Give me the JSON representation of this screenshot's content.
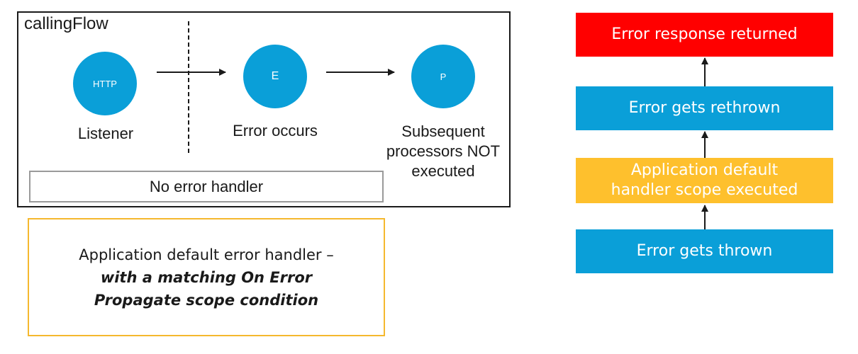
{
  "flow": {
    "title": "callingFlow",
    "nodes": [
      {
        "id": "http",
        "glyph": "HTTP",
        "label": "Listener"
      },
      {
        "id": "e",
        "glyph": "E",
        "label": "Error occurs"
      },
      {
        "id": "p",
        "glyph": "P",
        "label_lines": [
          "Subsequent",
          "processors NOT",
          "executed"
        ]
      }
    ],
    "no_handler_label": "No error handler"
  },
  "default_handler": {
    "line1": "Application default error handler –",
    "line2": "with a matching On Error",
    "line3": "Propagate scope condition"
  },
  "sequence": {
    "steps": [
      {
        "text": "Error response returned",
        "color": "#ff0000"
      },
      {
        "text": "Error gets rethrown",
        "color": "#0a9fd8"
      },
      {
        "text_lines": [
          "Application default",
          "handler scope executed"
        ],
        "color": "#fec02d"
      },
      {
        "text": "Error gets thrown",
        "color": "#0a9fd8"
      }
    ]
  },
  "colors": {
    "node_blue": "#0a9fd8",
    "frame": "#1a1a1a",
    "highlight_border": "#f5b82e"
  }
}
